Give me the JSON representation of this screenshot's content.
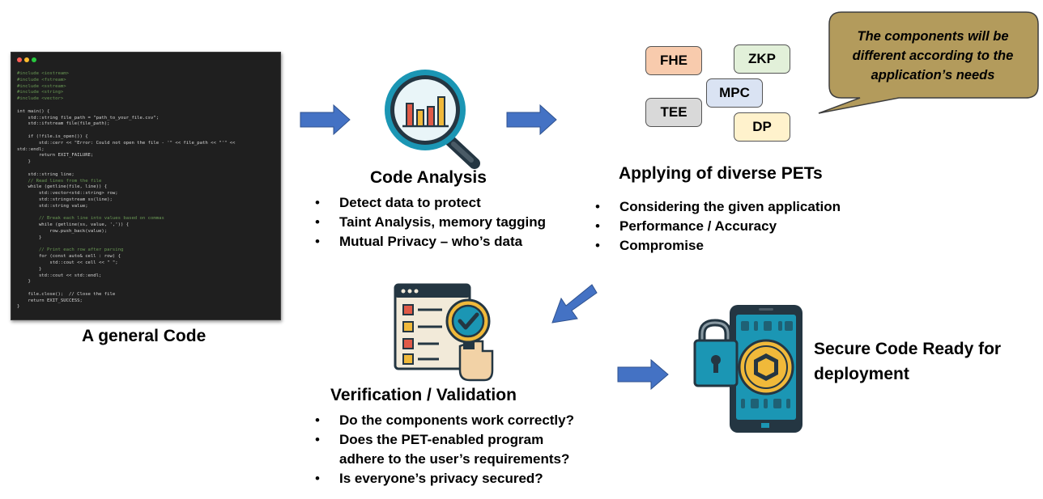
{
  "code_panel": {
    "caption": "A general Code",
    "window_dots": [
      "#ff5f56",
      "#ffbd2e",
      "#27c93f"
    ],
    "lines": [
      {
        "t": "#include <iostream>",
        "c": "inc"
      },
      {
        "t": "#include <fstream>",
        "c": "inc"
      },
      {
        "t": "#include <sstream>",
        "c": "inc"
      },
      {
        "t": "#include <string>",
        "c": "inc"
      },
      {
        "t": "#include <vector>",
        "c": "inc"
      },
      {
        "t": "",
        "c": ""
      },
      {
        "t": "int main() {",
        "c": ""
      },
      {
        "t": "    std::string file_path = \"path_to_your_file.csv\";",
        "c": ""
      },
      {
        "t": "    std::ifstream file(file_path);",
        "c": ""
      },
      {
        "t": "",
        "c": ""
      },
      {
        "t": "    if (!file.is_open()) {",
        "c": ""
      },
      {
        "t": "        std::cerr << \"Error: Could not open the file - '\" << file_path << \"'\" <<",
        "c": ""
      },
      {
        "t": "std::endl;",
        "c": ""
      },
      {
        "t": "        return EXIT_FAILURE;",
        "c": ""
      },
      {
        "t": "    }",
        "c": ""
      },
      {
        "t": "",
        "c": ""
      },
      {
        "t": "    std::string line;",
        "c": ""
      },
      {
        "t": "    // Read lines from the file",
        "c": "cmt"
      },
      {
        "t": "    while (getline(file, line)) {",
        "c": ""
      },
      {
        "t": "        std::vector<std::string> row;",
        "c": ""
      },
      {
        "t": "        std::stringstream ss(line);",
        "c": ""
      },
      {
        "t": "        std::string value;",
        "c": ""
      },
      {
        "t": "",
        "c": ""
      },
      {
        "t": "        // Break each line into values based on commas",
        "c": "cmt"
      },
      {
        "t": "        while (getline(ss, value, ',')) {",
        "c": ""
      },
      {
        "t": "            row.push_back(value);",
        "c": ""
      },
      {
        "t": "        }",
        "c": ""
      },
      {
        "t": "",
        "c": ""
      },
      {
        "t": "        // Print each row after parsing",
        "c": "cmt"
      },
      {
        "t": "        for (const auto& cell : row) {",
        "c": ""
      },
      {
        "t": "            std::cout << cell << \" \";",
        "c": ""
      },
      {
        "t": "        }",
        "c": ""
      },
      {
        "t": "        std::cout << std::endl;",
        "c": ""
      },
      {
        "t": "    }",
        "c": ""
      },
      {
        "t": "",
        "c": ""
      },
      {
        "t": "    file.close();  // Close the file",
        "c": ""
      },
      {
        "t": "    return EXIT_SUCCESS;",
        "c": ""
      },
      {
        "t": "}",
        "c": ""
      }
    ]
  },
  "code_analysis": {
    "title": "Code Analysis",
    "bullets": [
      "Detect data to protect",
      "Taint Analysis, memory tagging",
      "Mutual Privacy – who’s data"
    ]
  },
  "pets": {
    "title": "Applying of diverse PETs",
    "boxes": [
      {
        "label": "FHE",
        "color": "#f8cbad"
      },
      {
        "label": "ZKP",
        "color": "#e2f0d9"
      },
      {
        "label": "MPC",
        "color": "#dae3f3"
      },
      {
        "label": "TEE",
        "color": "#d9d9d9"
      },
      {
        "label": "DP",
        "color": "#fff2cc"
      }
    ],
    "bullets": [
      "Considering the given application",
      "Performance / Accuracy",
      "Compromise"
    ]
  },
  "callout": {
    "text": "The components will be different according to the application’s needs",
    "fill": "#b39b5c"
  },
  "verification": {
    "title": "Verification / Validation",
    "bullets": [
      "Do the components work correctly?",
      "Does the PET-enabled program\nadhere to the user’s requirements?",
      "Is everyone’s privacy secured?"
    ]
  },
  "secure": {
    "title": "Secure Code Ready for deployment"
  },
  "colors": {
    "arrow": "#4472c4",
    "icon_dark": "#243642",
    "icon_teal": "#1b96b4",
    "icon_gold": "#f0b93a",
    "icon_red": "#e05a47",
    "icon_beige": "#f2ead9"
  }
}
